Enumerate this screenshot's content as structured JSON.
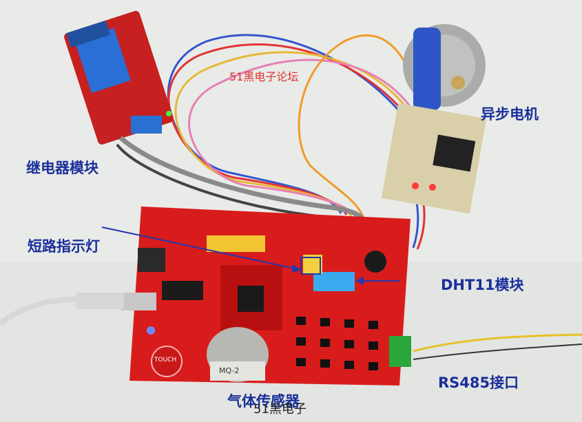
{
  "labels": {
    "relay_module": "继电器模块",
    "stepper_motor": "异步电机",
    "short_indicator": "短路指示灯",
    "dht11_module": "DHT11模块",
    "rs485_port": "RS485接口",
    "gas_sensor": "气体传感器",
    "watermark_top": "51黑电子论坛",
    "watermark_bottom": "51黑电子"
  },
  "silkscreen": {
    "touch": "TOUCH",
    "mq2": "MQ-2"
  },
  "colors": {
    "annotation_blue": "#1a2f9a",
    "watermark_red": "#e03030",
    "board_red": "#d81c1c"
  }
}
